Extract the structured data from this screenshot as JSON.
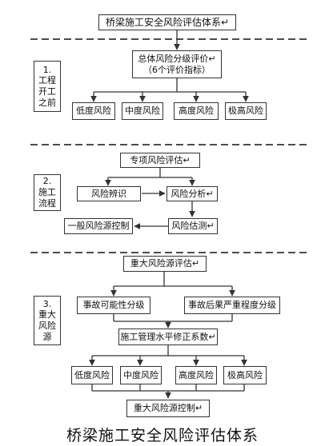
{
  "diagram": {
    "title": "桥梁施工安全风险评估体系↵",
    "caption": "桥梁施工安全风险评估体系",
    "stage1": {
      "label": [
        "1.",
        "工程",
        "开工",
        "之前"
      ],
      "overall": [
        "总体风险分级评价↵",
        "（6个评价指标）"
      ],
      "levels": [
        "低度风险",
        "中度风险",
        "高度风险",
        "极高风险"
      ]
    },
    "stage2": {
      "label": [
        "2.",
        "施工",
        "流程"
      ],
      "special": "专项风险评估↵",
      "identify": "风险辨识",
      "analyze": "风险分析↵",
      "estimate": "风险估测↵",
      "general_control": "一般风险源控制"
    },
    "stage3": {
      "label": [
        "3.",
        "重大",
        "风险",
        "源"
      ],
      "major": "重大风险源评估↵",
      "probability": "事故可能性分级",
      "severity": "事故后果严重程度分级",
      "correction": "施工管理水平修正系数↵",
      "levels": [
        "低度风险",
        "中度风险",
        "高度风险",
        "极高风险"
      ],
      "major_control": "重大风险源控制↵"
    }
  }
}
